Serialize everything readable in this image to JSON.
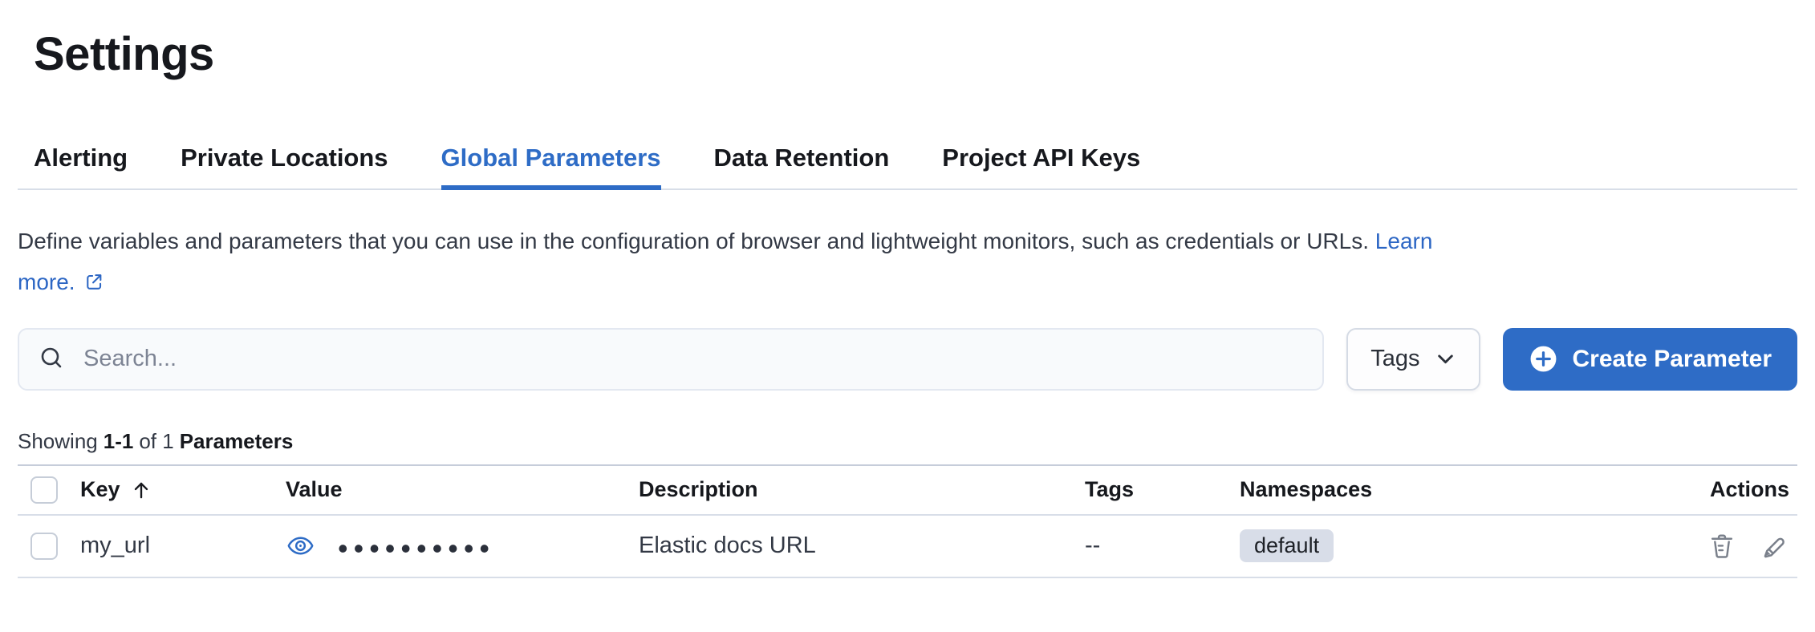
{
  "colors": {
    "primary_blue": "#2E6CC6",
    "link_blue": "#2C66C4",
    "text_dark": "#16181D",
    "text_body": "#343741",
    "divider": "#D8DEE8",
    "badge_background": "#D8DDE8",
    "search_field_background": "#F8FAFC",
    "action_icon_gray": "#7A808B"
  },
  "page": {
    "title": "Settings"
  },
  "tabs": [
    {
      "label": "Alerting",
      "active": false
    },
    {
      "label": "Private Locations",
      "active": false
    },
    {
      "label": "Global Parameters",
      "active": true
    },
    {
      "label": "Data Retention",
      "active": false
    },
    {
      "label": "Project API Keys",
      "active": false
    }
  ],
  "description": {
    "line1": "Define variables and parameters that you can use in the configuration of browser and lightweight monitors, such as credentials or URLs.",
    "link_line1": "Learn",
    "link_line2": "more."
  },
  "toolbar": {
    "search_placeholder": "Search...",
    "tags_filter_label": "Tags",
    "create_button_label": "Create Parameter"
  },
  "summary": {
    "prefix": "Showing",
    "range": "1-1",
    "of_text": "of 1",
    "noun": "Parameters"
  },
  "table": {
    "headers": {
      "key": "Key",
      "value": "Value",
      "description": "Description",
      "tags": "Tags",
      "namespaces": "Namespaces",
      "actions": "Actions"
    },
    "sorted_by": "Key ascending",
    "rows": [
      {
        "key": "my_url",
        "value_masked": "••••••••••",
        "description": "Elastic docs URL",
        "tags": "--",
        "namespace": "default"
      }
    ]
  }
}
